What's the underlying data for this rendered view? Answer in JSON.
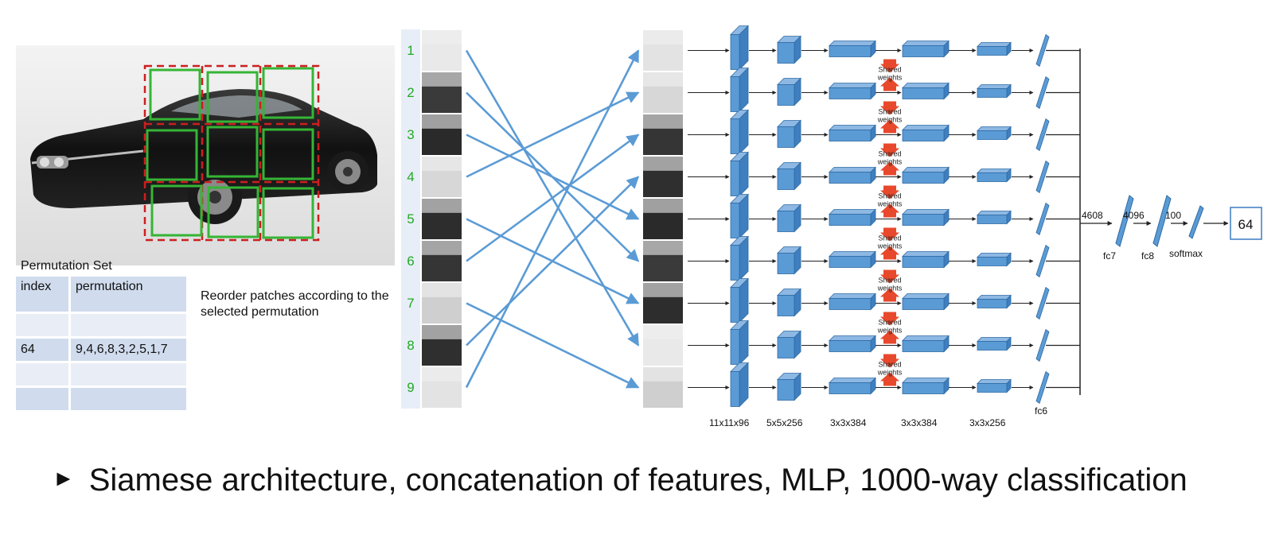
{
  "permutation_table": {
    "title": "Permutation Set",
    "headers": [
      "index",
      "permutation"
    ],
    "rows": [
      [
        "",
        ""
      ],
      [
        "64",
        "9,4,6,8,3,2,5,1,7"
      ],
      [
        "",
        ""
      ],
      [
        "",
        ""
      ]
    ]
  },
  "reorder_note": "Reorder patches according to the selected permutation",
  "patch_numbers": [
    "1",
    "2",
    "3",
    "4",
    "5",
    "6",
    "7",
    "8",
    "9"
  ],
  "permutation_order": [
    9,
    4,
    6,
    8,
    3,
    2,
    5,
    1,
    7
  ],
  "shared_weights_label": "Shared weights",
  "layer_labels": [
    "11x11x96",
    "5x5x256",
    "3x3x384",
    "3x3x384",
    "3x3x256"
  ],
  "fc_labels": {
    "fc6": "fc6",
    "fc7": "fc7",
    "fc8": "fc8",
    "softmax": "softmax",
    "dim_4608": "4608",
    "dim_4096": "4096",
    "dim_100": "100"
  },
  "output_value": "64",
  "bullet": "Siamese architecture, concatenation of features, MLP, 1000-way classification",
  "colors": {
    "patch_number": "#22aa22",
    "arrow": "#5b9bd5",
    "block": "#5b9bd5",
    "shared_arrow": "#e8482c",
    "grid_dashed": "#cc1f1f",
    "grid_solid": "#35b535",
    "table_dark": "#d0dced",
    "table_light": "#e9eef6"
  }
}
